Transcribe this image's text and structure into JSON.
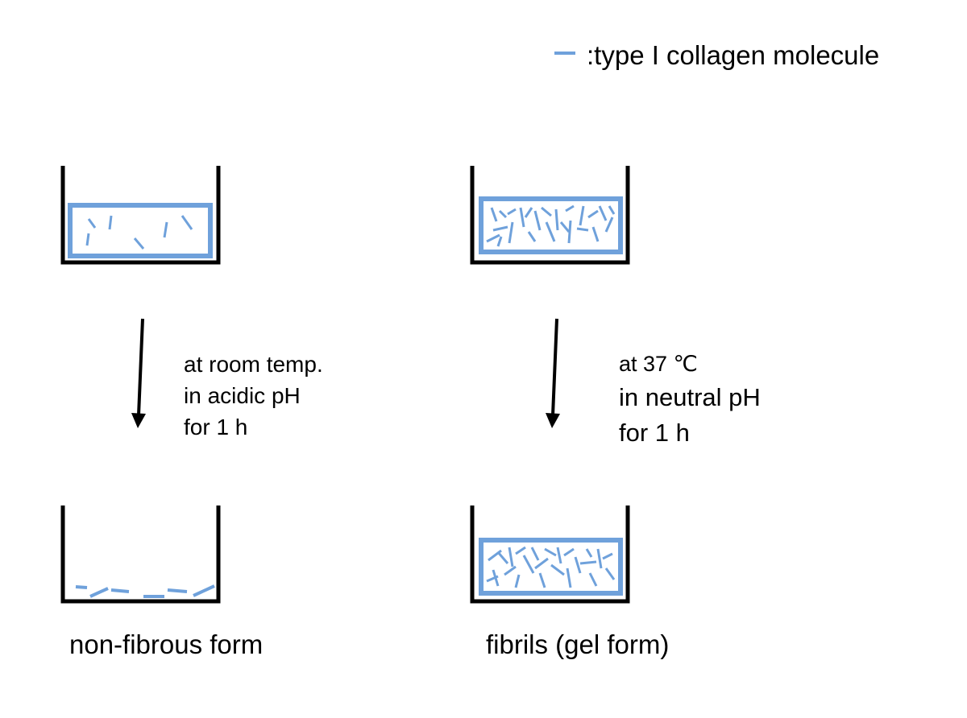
{
  "legend": {
    "label": ":type I collagen molecule",
    "mark_color": "#6fa1db"
  },
  "colors": {
    "container_wall": "#000000",
    "collagen": "#6fa1db",
    "arrow": "#000000"
  },
  "states": {
    "top_left": {
      "contents": "dispersed collagen molecules in solution"
    },
    "top_right": {
      "contents": "dense collagen molecules in solution"
    },
    "bottom_left": {
      "contents": "collagen molecules settled at bottom"
    },
    "bottom_right": {
      "contents": "dense collagen fibril gel"
    }
  },
  "conditions": {
    "left": {
      "line1": "at room temp.",
      "line2": "in acidic pH",
      "line3": "for 1 h"
    },
    "right": {
      "line1": "at 37 ℃",
      "line2": "in neutral pH",
      "line3": "for 1 h"
    }
  },
  "captions": {
    "left": "non-fibrous form",
    "right": "fibrils (gel form)"
  }
}
